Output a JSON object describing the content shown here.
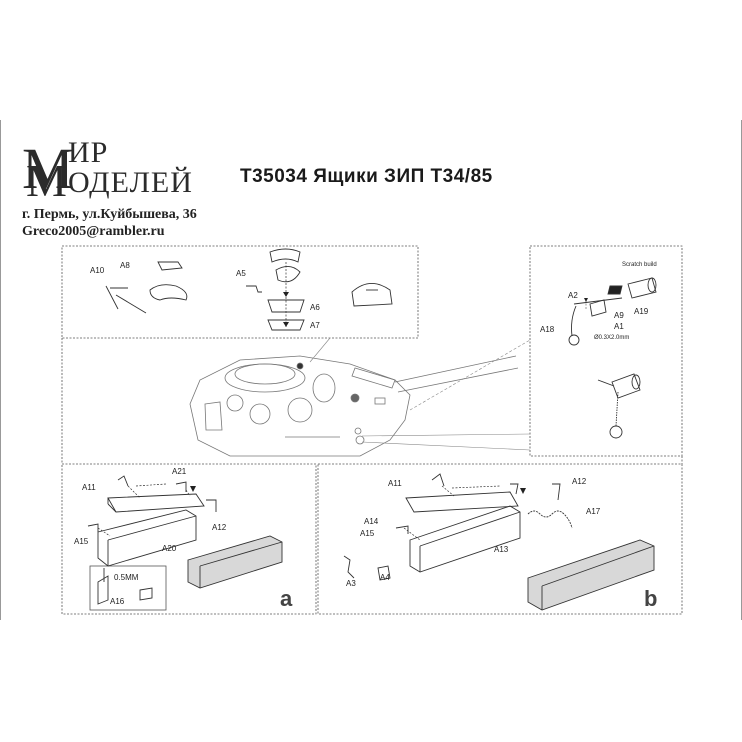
{
  "header": {
    "logo_m": "М",
    "logo_ir": "ИР",
    "logo_m2": "М",
    "logo_odeley": "ОДЕЛЕЙ",
    "title": "T35034  Ящики ЗИП Т34/85",
    "address": "г. Пермь, ул.Куйбышева, 36",
    "email": "Greco2005@rambler.ru"
  },
  "panel_top_left": {
    "labels": [
      "A10",
      "A8",
      "A5",
      "A6",
      "A7"
    ]
  },
  "panel_top_right": {
    "scratch": "Scratch build",
    "labels": [
      "A2",
      "A19",
      "A9",
      "A1",
      "A18"
    ],
    "dim": "Ø0.3X2.0mm"
  },
  "panel_a": {
    "labels": [
      "A11",
      "A21",
      "A12",
      "A15",
      "A20",
      "A16"
    ],
    "dim": "0.5MM",
    "letter": "a"
  },
  "panel_b": {
    "labels": [
      "A11",
      "A12",
      "A17",
      "A14",
      "A15",
      "A13",
      "A3",
      "A4"
    ],
    "letter": "b"
  }
}
